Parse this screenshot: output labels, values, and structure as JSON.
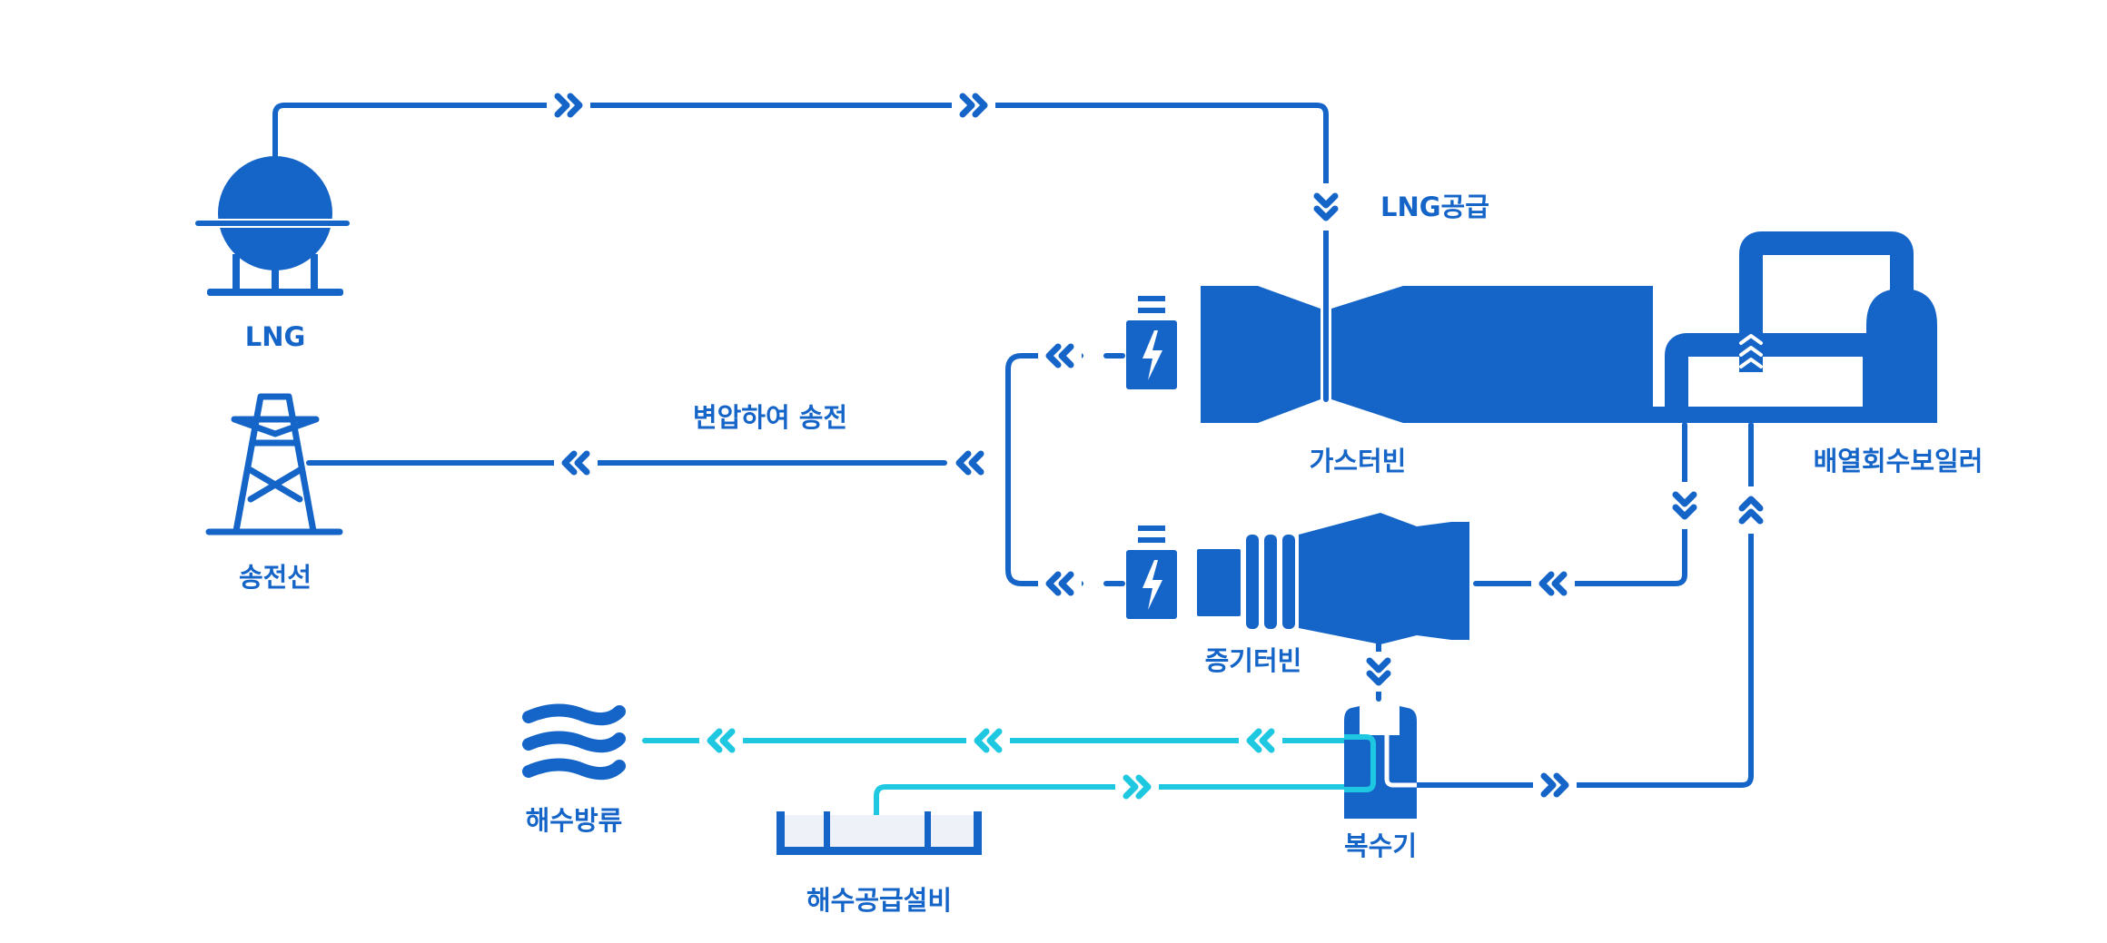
{
  "diagram": {
    "title": "LNG combined cycle power plant flow",
    "colors": {
      "primary": "#1565c8",
      "seawater": "#1ec8e0",
      "tank_stripe": "#ffffff",
      "basin_fill": "#eef1f7"
    },
    "labels": {
      "lng": "LNG",
      "lng_supply": "LNG공급",
      "transmission_line": "송전선",
      "step_up": "변압하여 송전",
      "gas_turbine": "가스터빈",
      "hrsg": "배열회수보일러",
      "steam_turbine": "증기터빈",
      "condenser": "복수기",
      "sea_discharge": "해수방류",
      "seawater_supply": "해수공급설비"
    },
    "icons": {
      "lng_tank": "lng-tank-icon",
      "pylon": "transmission-tower-icon",
      "waves": "sea-waves-icon",
      "basin": "seawater-intake-basin-icon",
      "generator": "battery-bolt-icon",
      "flow_arrow": "double-chevron-icon"
    }
  }
}
